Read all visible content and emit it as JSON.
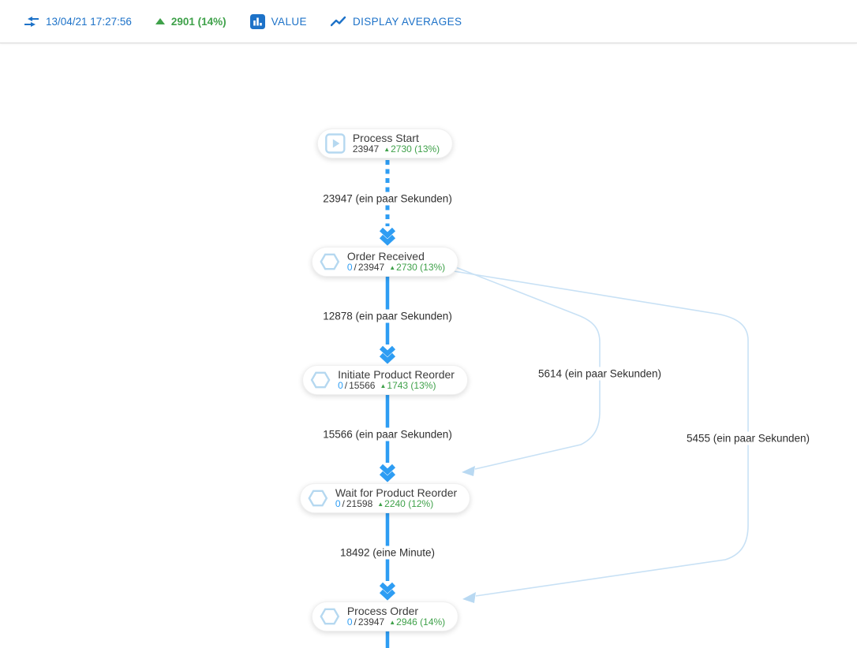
{
  "toolbar": {
    "timestamp": "13/04/21 17:27:56",
    "delta": "2901 (14%)",
    "value_label": "VALUE",
    "averages_label": "DISPLAY AVERAGES"
  },
  "misc": {
    "sep": "/",
    "up_triangle": "▲"
  },
  "colors": {
    "flow_blue": "#2e9df3",
    "light_edge_blue": "#c8e1f5",
    "icon_blue": "#b5d8f0",
    "green": "#3fa14a",
    "toolbar_blue": "#1d72c8"
  },
  "nodes": [
    {
      "label": "Process Start",
      "count": "23947",
      "delta": "2730 (13%)",
      "icon": "play-icon"
    },
    {
      "label": "Order Received",
      "current": "0",
      "total": "23947",
      "delta": "2730 (13%)",
      "icon": "hexagon-icon"
    },
    {
      "label": "Initiate Product Reorder",
      "current": "0",
      "total": "15566",
      "delta": "1743 (13%)",
      "icon": "hexagon-icon"
    },
    {
      "label": "Wait for Product Reorder",
      "current": "0",
      "total": "21598",
      "delta": "2240 (12%)",
      "icon": "hexagon-icon"
    },
    {
      "label": "Process Order",
      "current": "0",
      "total": "23947",
      "delta": "2946 (14%)",
      "icon": "hexagon-icon"
    }
  ],
  "edges": [
    {
      "label": "23947 (ein paar Sekunden)",
      "from": "Process Start",
      "to": "Order Received",
      "style": "dashed"
    },
    {
      "label": "12878 (ein paar Sekunden)",
      "from": "Order Received",
      "to": "Initiate Product Reorder",
      "style": "solid"
    },
    {
      "label": "15566 (ein paar Sekunden)",
      "from": "Initiate Product Reorder",
      "to": "Wait for Product Reorder",
      "style": "solid"
    },
    {
      "label": "18492 (eine Minute)",
      "from": "Wait for Product Reorder",
      "to": "Process Order",
      "style": "solid"
    },
    {
      "label": "5614 (ein paar Sekunden)",
      "from": "Order Received",
      "to": "Wait for Product Reorder",
      "style": "curved"
    },
    {
      "label": "5455 (ein paar Sekunden)",
      "from": "Order Received",
      "to": "Process Order",
      "style": "curved"
    }
  ]
}
